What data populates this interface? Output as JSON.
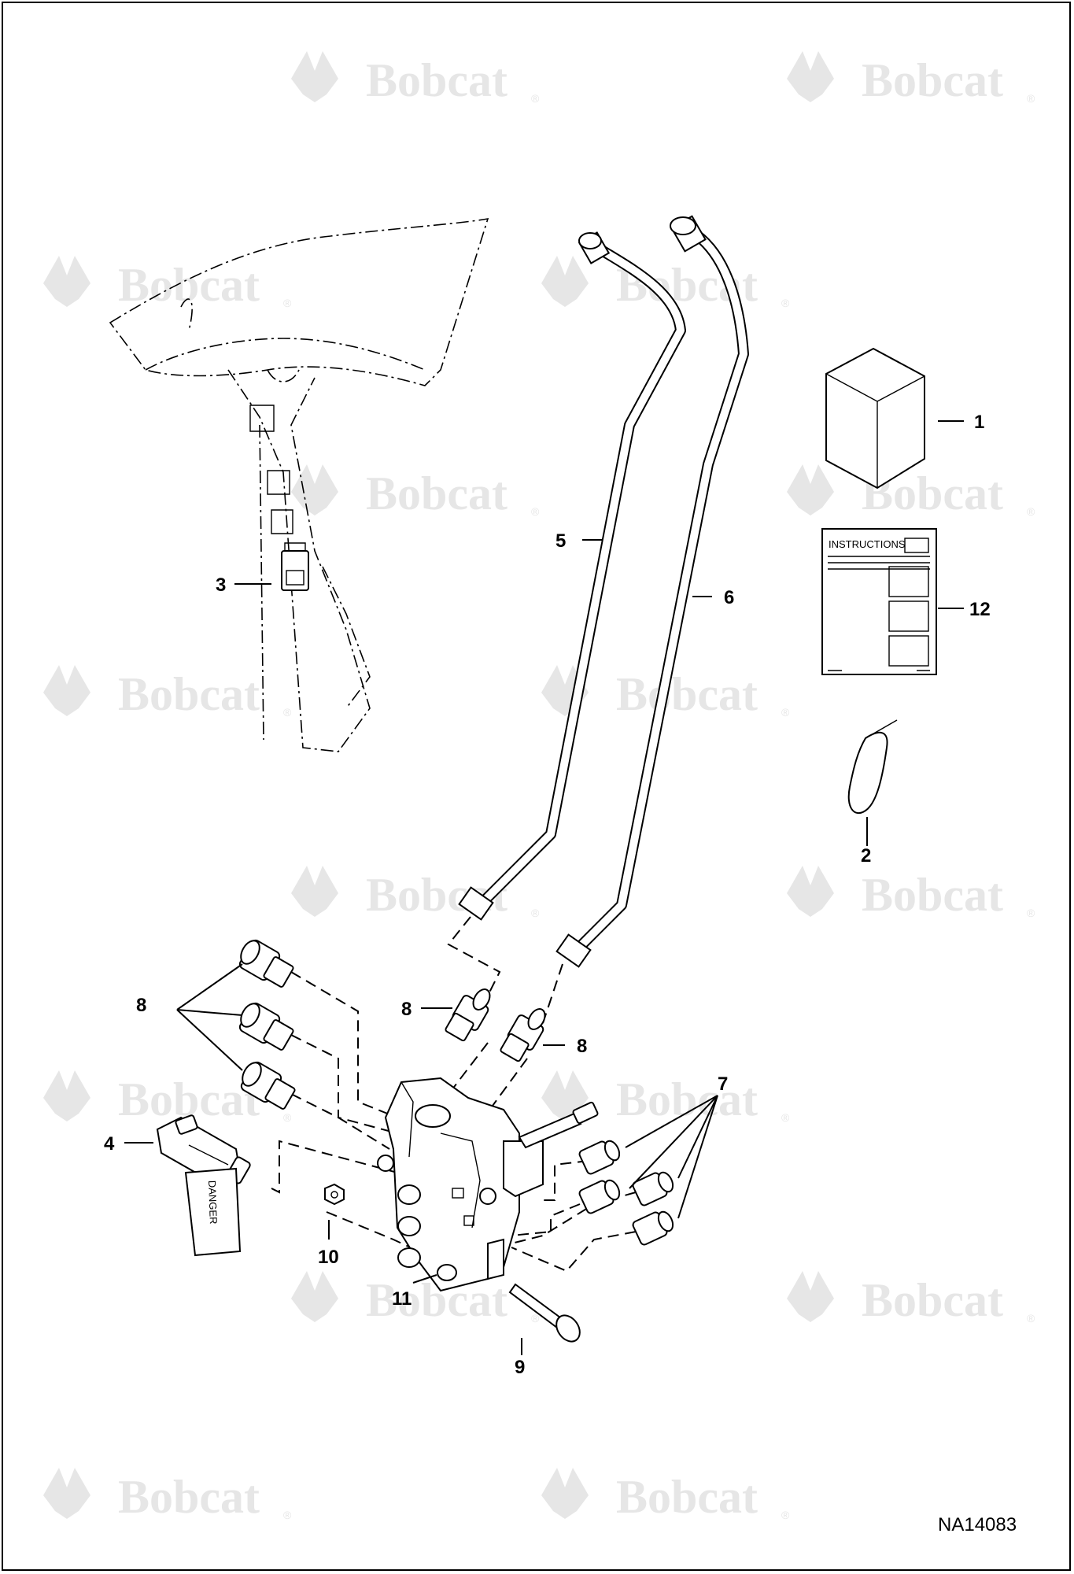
{
  "diagram": {
    "watermark": {
      "text": "Bobcat",
      "reg": "®"
    },
    "document_number": "NA14083",
    "instructions_sheet": {
      "title": "INSTRUCTIONS"
    },
    "callouts": {
      "c1": "1",
      "c2": "2",
      "c3": "3",
      "c4": "4",
      "c5": "5",
      "c6": "6",
      "c7": "7",
      "c8a": "8",
      "c8b": "8",
      "c8c": "8",
      "c9": "9",
      "c10": "10",
      "c11": "11",
      "c12": "12"
    },
    "tag_label": "DANGER"
  }
}
